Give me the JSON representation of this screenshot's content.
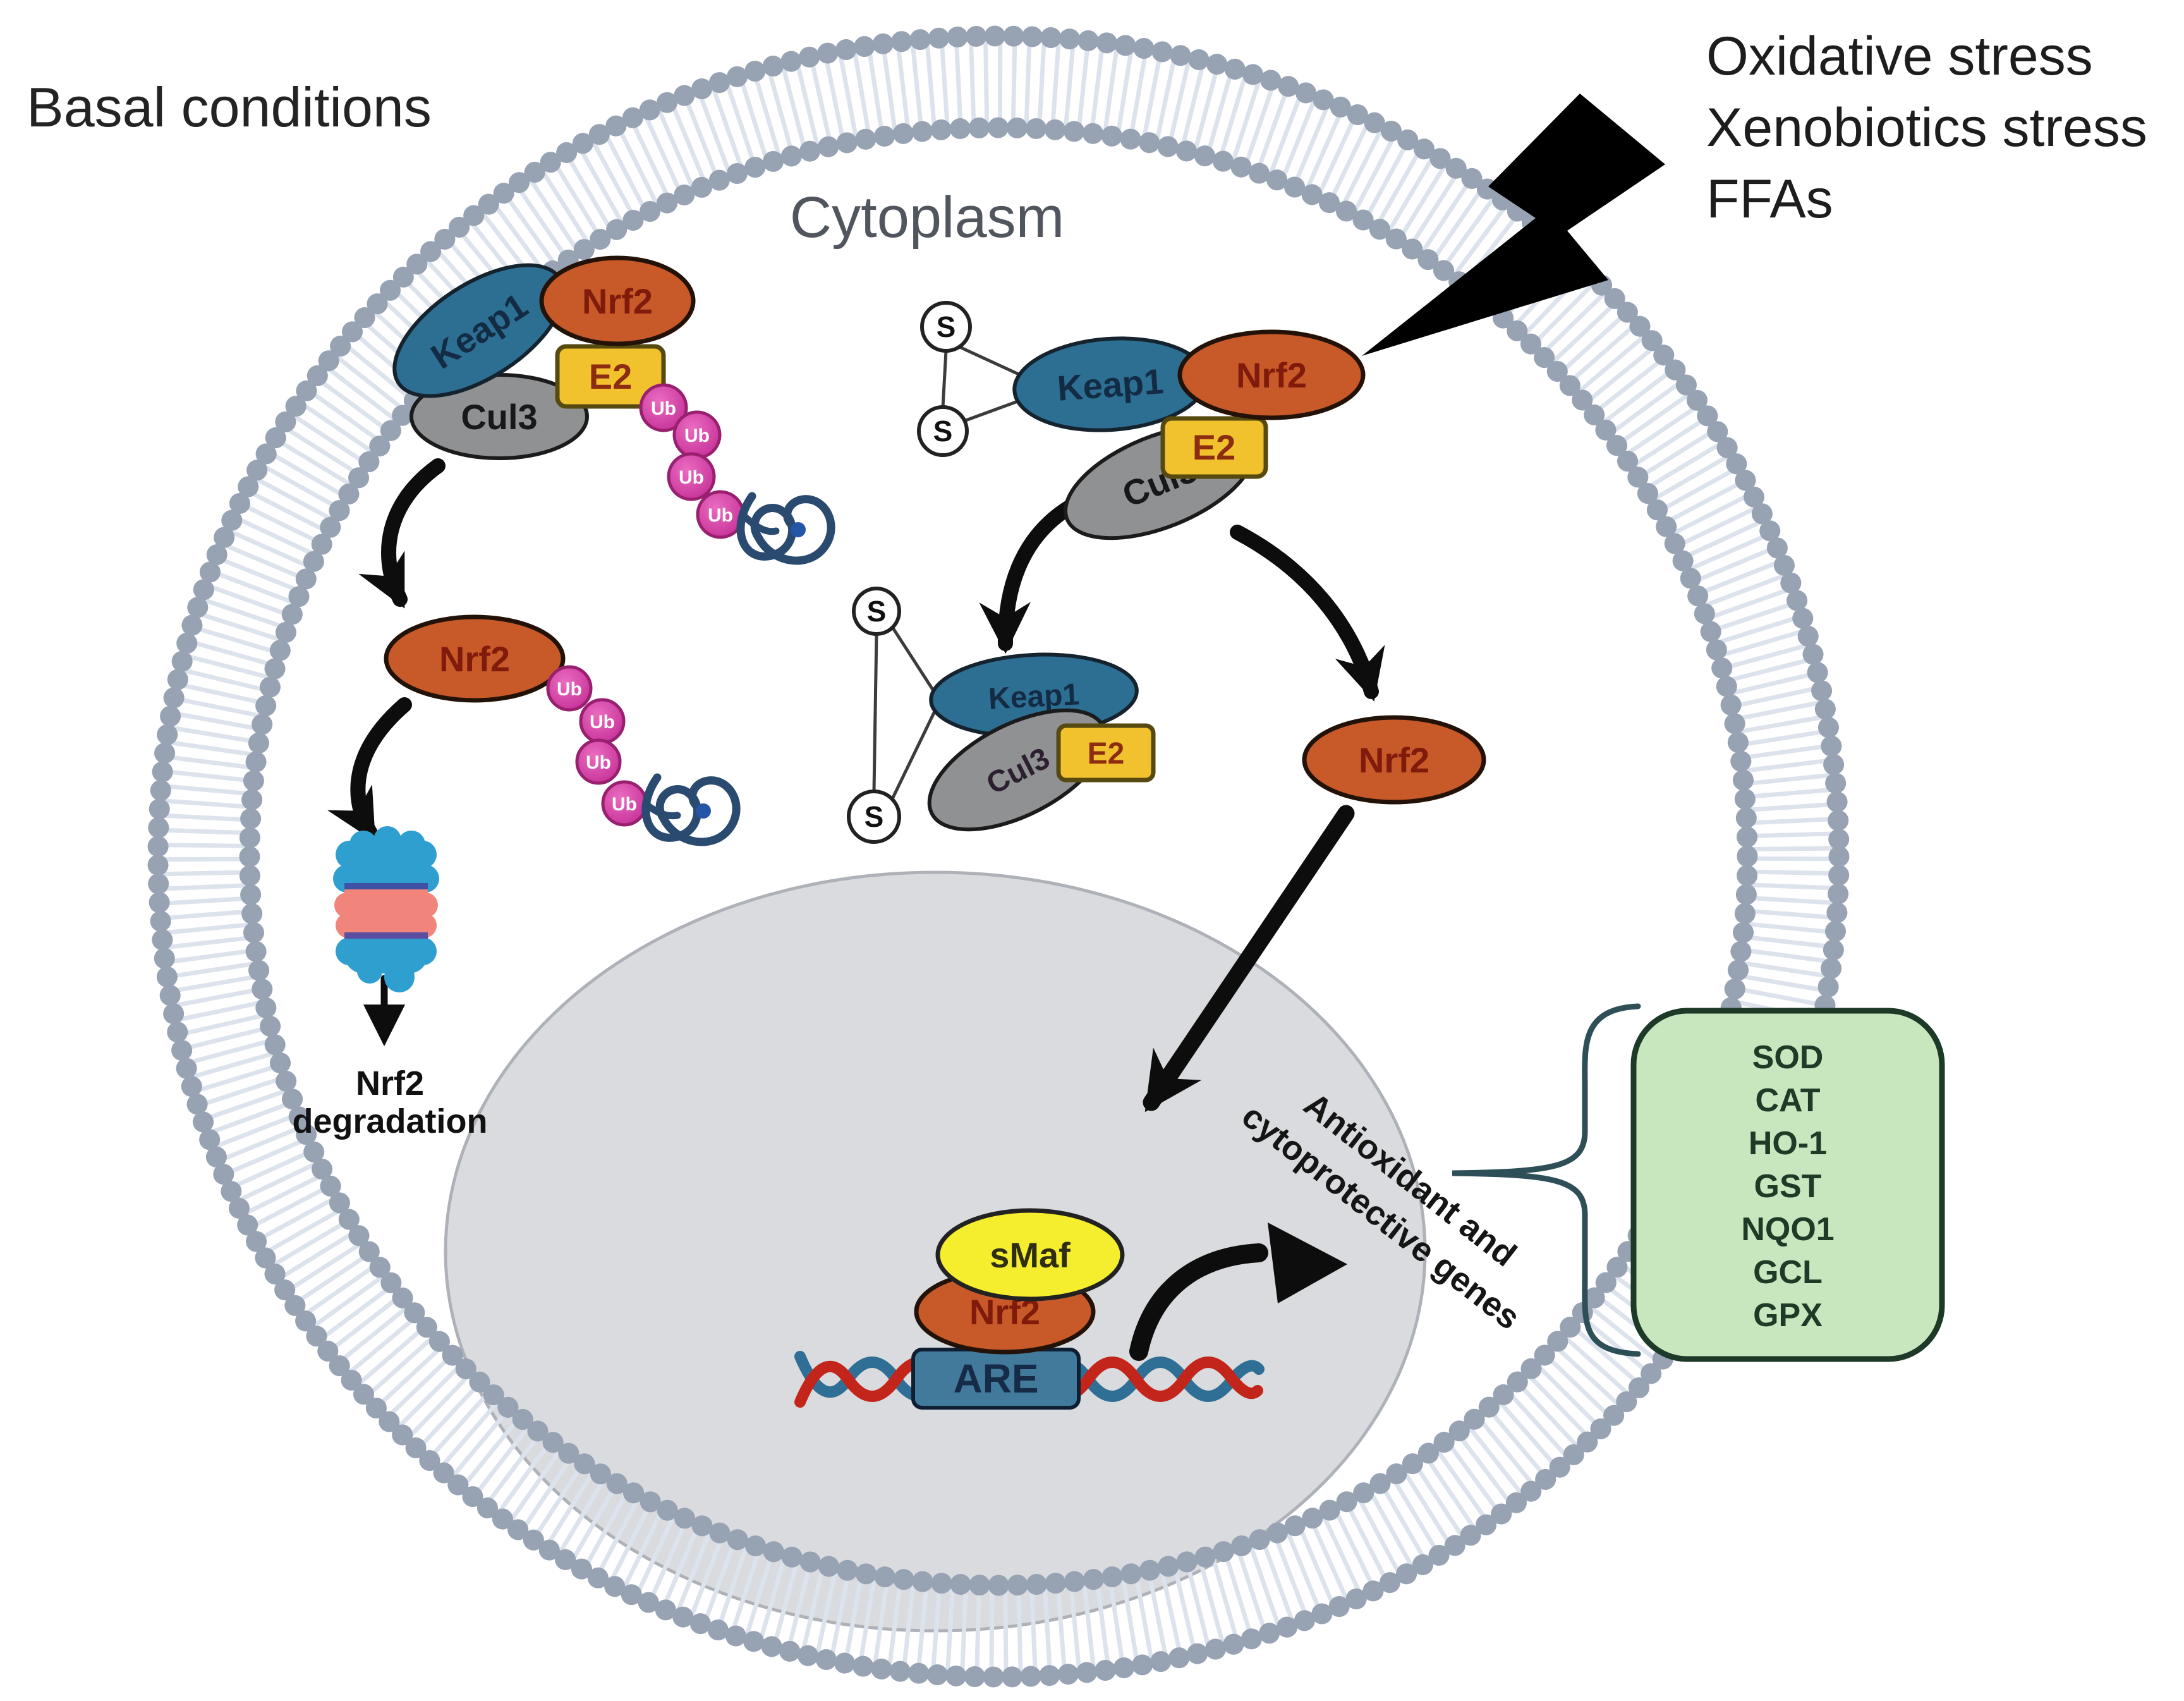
{
  "headings": {
    "basal": "Basal conditions",
    "cytoplasm": "Cytoplasm"
  },
  "stressors": [
    "Oxidative stress",
    "Xenobiotics stress",
    "FFAs"
  ],
  "labels": {
    "keap1": "Keap1",
    "nrf2": "Nrf2",
    "e2": "E2",
    "cul3": "Cul3",
    "ub": "Ub",
    "s": "S",
    "smaf": "sMaf",
    "are": "ARE"
  },
  "degradation": {
    "line1": "Nrf2",
    "line2": "degradation"
  },
  "genes_callout": {
    "line1": "Antioxidant and",
    "line2": "cytoprotective genes"
  },
  "genes": [
    "SOD",
    "CAT",
    "HO-1",
    "GST",
    "NQO1",
    "GCL",
    "GPX"
  ],
  "colors": {
    "keap1": "#2d6e93",
    "nrf2": "#c75a28",
    "e2": "#f2c12e",
    "cul3": "#8f9193",
    "ub": "#d23aa0",
    "smaf": "#f5ee2e",
    "are": "#427a9c",
    "s_circle": "#ffffff",
    "membrane_dot": "#97a2b3",
    "membrane_band": "#dde3ec",
    "nucleus": "#d9dbde",
    "dna_red": "#c3251b",
    "dna_blue": "#2f6f95",
    "proteasome_blue": "#2f9fd0",
    "proteasome_pink": "#f2857b",
    "green_box_fill": "#c9e7bf",
    "green_box_border": "#1c3a27",
    "brace": "#2e4f58",
    "arrow": "#0d0d0d",
    "bolt": "#000000"
  }
}
